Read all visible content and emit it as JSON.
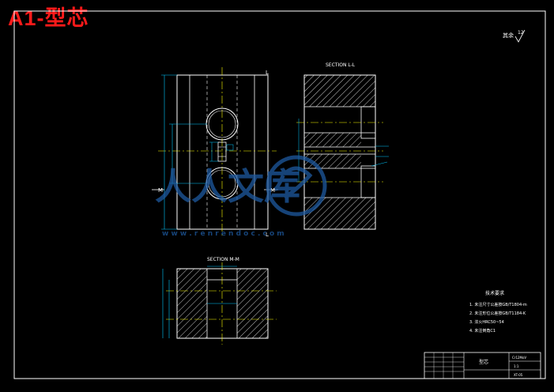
{
  "drawing": {
    "title": "A1-型芯",
    "roughness": {
      "symbol_text": "其余",
      "value": "12"
    },
    "section_ll": {
      "label": "SECTION L-L"
    },
    "section_mm": {
      "label": "SECTION M-M"
    },
    "view_labels": {
      "L": "L",
      "M": "M"
    },
    "tech_requirements": {
      "heading": "技术要求",
      "items": [
        "1. 未注尺寸公差按GB/T1804-m",
        "2. 未注形位公差按GB/T1184-K",
        "3. 淬火HRC50~54",
        "4. 未注倒角C1"
      ]
    },
    "title_block": {
      "part_name": "型芯",
      "material": "Cr12MoV",
      "scale": "1:1",
      "drawing_no": "XT-05"
    },
    "watermark": {
      "text": "人人文库",
      "url": "w w w . r e n r e n d o c . c o m"
    },
    "colors": {
      "background": "#000000",
      "lines": "#ffffff",
      "dimensions": "#00c8ff",
      "center": "#ffff00",
      "title": "#ff1a1a",
      "watermark": "#1e5aa0"
    }
  }
}
